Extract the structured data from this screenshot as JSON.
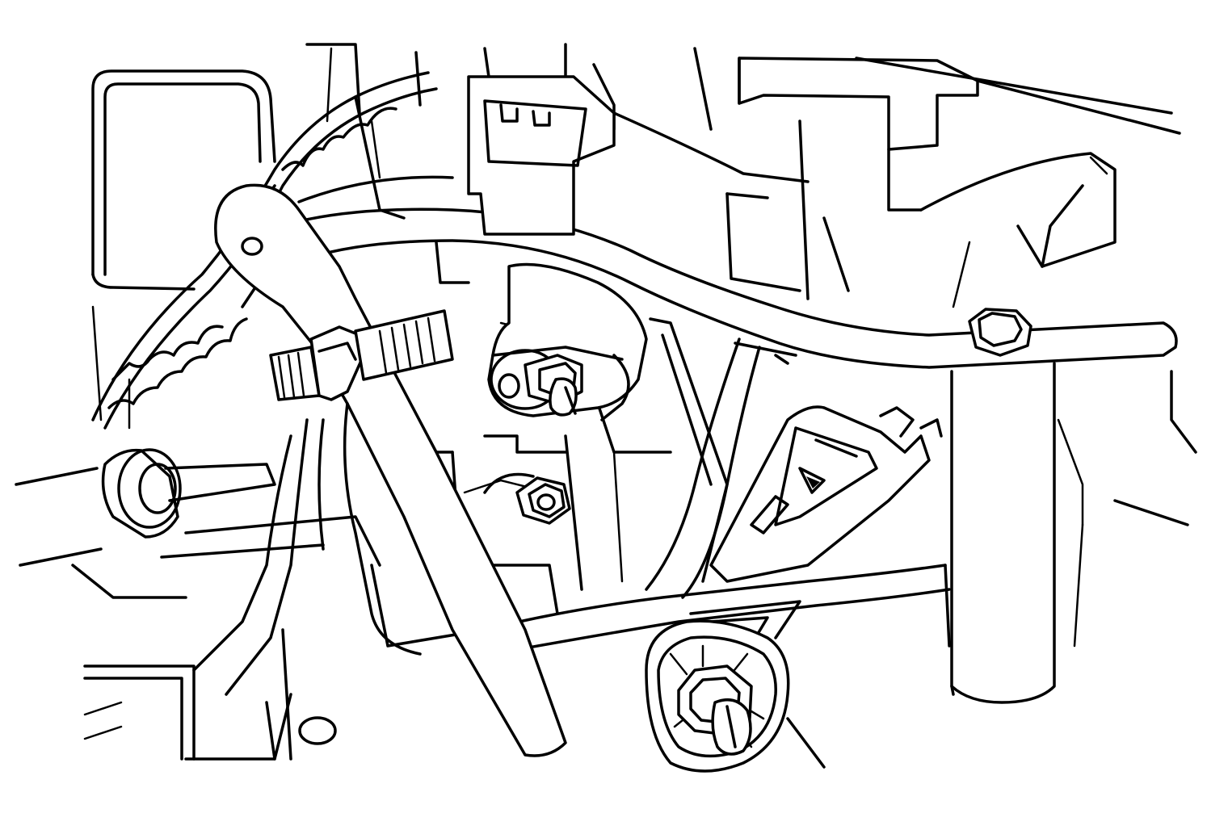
{
  "figure": {
    "kind": "line-art technical illustration",
    "background_color": "#ffffff",
    "ink_color": "#000000",
    "components": [
      "engine-block",
      "timing-belt",
      "coolant-hose",
      "hose-clamp",
      "crossmember-bracket",
      "mounting-bolt",
      "mount-bracket-with-nut",
      "tensioner-pulley",
      "rotation-arrow"
    ]
  }
}
